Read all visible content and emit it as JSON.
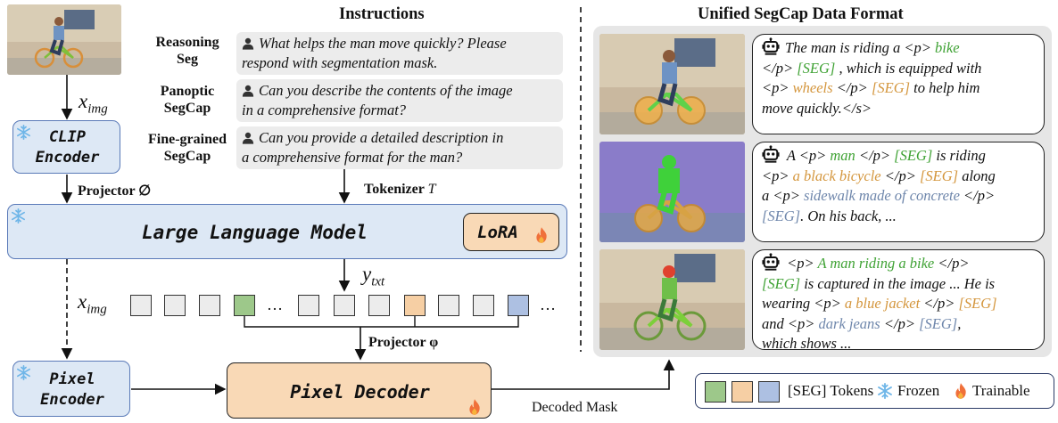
{
  "titles": {
    "instructions": "Instructions",
    "unified_format": "Unified SegCap Data Format"
  },
  "labels": {
    "x_img_top": "x",
    "x_img_sub": "img",
    "x_img_left": "x",
    "y_txt": "y",
    "y_txt_sub": "txt",
    "projector_phi_empty": "Projector ∅",
    "tokenizer": "Tokenizer ",
    "tokenizer_T": "T",
    "projector_phi": "Projector φ",
    "decoded_mask": "Decoded Mask",
    "ellipsis": "…"
  },
  "modules": {
    "clip_encoder": [
      "CLIP",
      "Encoder"
    ],
    "llm": "Large Language Model",
    "lora": "LoRA",
    "pixel_encoder": [
      "Pixel",
      "Encoder"
    ],
    "pixel_decoder": "Pixel Decoder"
  },
  "instructions": [
    {
      "label": [
        "Reasoning",
        "Seg"
      ],
      "text": [
        "What helps the man move quickly? Please",
        "respond with segmentation mask."
      ]
    },
    {
      "label": [
        "Panoptic",
        "SegCap"
      ],
      "text": [
        "Can you describe the contents of the image",
        "in a comprehensive format?"
      ]
    },
    {
      "label": [
        "Fine-grained",
        "SegCap"
      ],
      "text": [
        "Can you provide a detailed description in",
        "a comprehensive format for the man?"
      ]
    }
  ],
  "captions": {
    "c1": {
      "a": "The man is riding a <p> ",
      "b": "bike",
      "c": "</p> ",
      "d": "[SEG]",
      "e": " , which is equipped with",
      "f": "<p> ",
      "g": "wheels",
      "h": " </p> ",
      "i": "[SEG]",
      "j": " to help him",
      "k": "move quickly.</s>"
    },
    "c2": {
      "a": " A <p> ",
      "b": "man",
      "c": " </p> ",
      "d": "[SEG]",
      "e": " is riding",
      "f": "<p> ",
      "g": "a black bicycle",
      "h": " </p> ",
      "i": "[SEG]",
      "j": " along",
      "k": "a <p> ",
      "l": "sidewalk made of concrete",
      "m": " </p>",
      "n": "[SEG]",
      "o": ". On his back, ..."
    },
    "c3": {
      "a": " <p> ",
      "b": "A man riding a bike",
      "c": " </p>",
      "d": "[SEG]",
      "e": " is captured in the image ... He is",
      "f": "wearing <p> ",
      "g": "a blue jacket",
      "h": " </p> ",
      "i": "[SEG]",
      "j": "and <p> ",
      "k": "dark jeans",
      "l": " </p> ",
      "m": "[SEG]",
      "n": ",",
      "o": "which shows ..."
    }
  },
  "legend": {
    "seg_tokens": "[SEG] Tokens",
    "frozen": "Frozen",
    "trainable": "Trainable"
  },
  "icons": [
    "snowflake-icon",
    "flame-icon",
    "user-icon",
    "robot-icon"
  ],
  "colors": {
    "module_blue": "#dde8f5",
    "module_orange": "#f9d9b6",
    "seg_green": "#3fa234",
    "seg_orange": "#d4963d",
    "seg_blue": "#6e86ab",
    "flame": "#f0703a",
    "snowflake": "#6fb6e8"
  }
}
